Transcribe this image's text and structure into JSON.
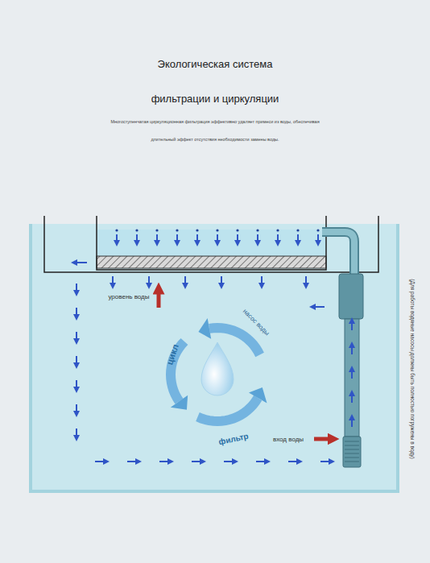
{
  "diagram": {
    "title": "Экологическая система фильтрации и циркуляции",
    "caption": "Многоступенчатая циркуляционная фильтрация эффективно удаляет примеси из воды, обеспечивая длительный эффект отсутствия необходимости замены воды.",
    "labels": [
      "уровень воды",
      "насос воды",
      "цикл",
      "фильтр",
      "вход воды",
      "(Для работы водяные насосы должны быть полностью погружены в воду)"
    ]
  }
}
